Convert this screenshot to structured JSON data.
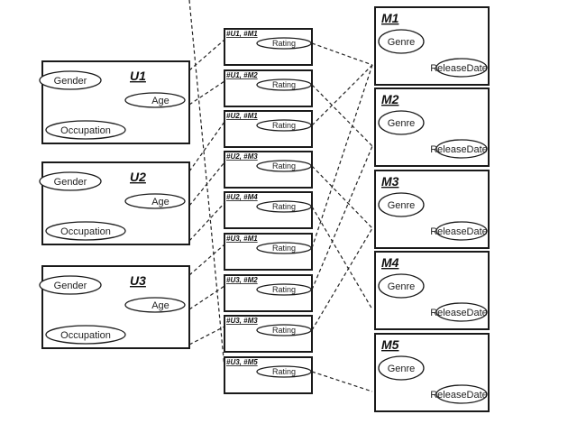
{
  "users": [
    {
      "id": "U1",
      "attributes": [
        "Gender",
        "Age",
        "Occupation"
      ]
    },
    {
      "id": "U2",
      "attributes": [
        "Gender",
        "Age",
        "Occupation"
      ]
    },
    {
      "id": "U3",
      "attributes": [
        "Gender",
        "Age",
        "Occupation"
      ]
    }
  ],
  "ratings": [
    {
      "label": "#U1, #M1",
      "user": "U1",
      "movie": "M1",
      "attribute": "Rating"
    },
    {
      "label": "#U1, #M2",
      "user": "U1",
      "movie": "M2",
      "attribute": "Rating"
    },
    {
      "label": "#U2, #M1",
      "user": "U2",
      "movie": "M1",
      "attribute": "Rating"
    },
    {
      "label": "#U2, #M3",
      "user": "U2",
      "movie": "M3",
      "attribute": "Rating"
    },
    {
      "label": "#U2, #M4",
      "user": "U2",
      "movie": "M4",
      "attribute": "Rating"
    },
    {
      "label": "#U3, #M1",
      "user": "U3",
      "movie": "M1",
      "attribute": "Rating"
    },
    {
      "label": "#U3, #M2",
      "user": "U3",
      "movie": "M2",
      "attribute": "Rating"
    },
    {
      "label": "#U3, #M3",
      "user": "U3",
      "movie": "M3",
      "attribute": "Rating"
    },
    {
      "label": "#U3, #M5",
      "user": "U3",
      "movie": "M5",
      "attribute": "Rating"
    }
  ],
  "movies": [
    {
      "id": "M1",
      "attributes": [
        "Genre",
        "ReleaseDate"
      ]
    },
    {
      "id": "M2",
      "attributes": [
        "Genre",
        "ReleaseDate"
      ]
    },
    {
      "id": "M3",
      "attributes": [
        "Genre",
        "ReleaseDate"
      ]
    },
    {
      "id": "M4",
      "attributes": [
        "Genre",
        "ReleaseDate"
      ]
    },
    {
      "id": "M5",
      "attributes": [
        "Genre",
        "ReleaseDate"
      ]
    }
  ]
}
